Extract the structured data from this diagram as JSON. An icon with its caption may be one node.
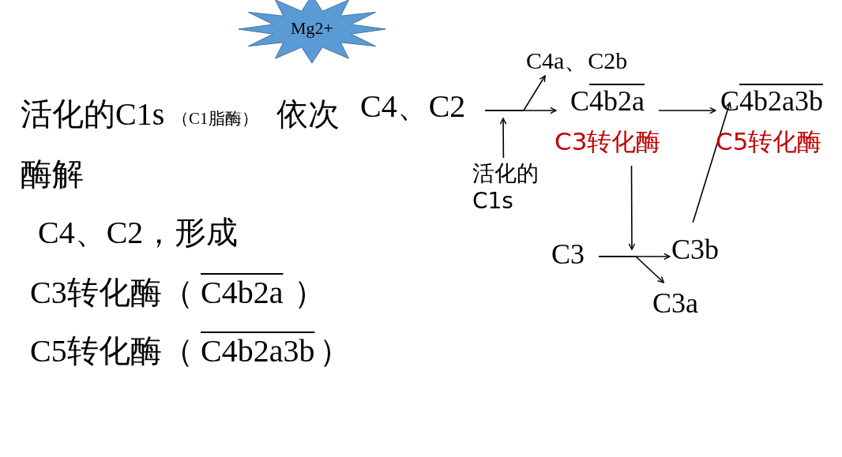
{
  "diagram": {
    "nodes": [
      {
        "text": [
          "Mg2+"
        ]
      },
      {
        "text": [
          "C4、C2"
        ]
      },
      {
        "text": [
          "C4a、C2b"
        ]
      },
      {
        "text": [
          "C4b2a"
        ],
        "beside": [
          "C3转化酶"
        ]
      },
      {
        "text": [
          "C4b2a3b"
        ],
        "beside": [
          "C5转化酶"
        ]
      },
      {
        "text": [
          "活化的C1s"
        ]
      },
      {
        "text": [
          "C3"
        ]
      },
      {
        "text": [
          "C3b"
        ]
      },
      {
        "text": [
          "C3a"
        ]
      }
    ],
    "edges": [
      {
        "from": 1,
        "to": 3,
        "arrow": "to"
      },
      {
        "from": 1,
        "to": 2,
        "arrow": "to"
      },
      {
        "from": 5,
        "to": null,
        "arrow": "to"
      },
      {
        "from": 3,
        "to": 4,
        "arrow": "to"
      },
      {
        "from": 3,
        "to": null,
        "arrow": "to"
      },
      {
        "from": 6,
        "to": 7,
        "arrow": "to"
      },
      {
        "from": 6,
        "to": 8,
        "arrow": "to"
      },
      {
        "from": 7,
        "to": 4,
        "arrow": "to"
      }
    ],
    "labels": [
      "活化的C1s",
      "（C1脂酶）",
      "依次",
      "酶解",
      "C4、C2，形成",
      "C3转化酶（",
      "C4b2a",
      "）",
      "C5转化酶（",
      "C4b2a3b",
      "）"
    ]
  }
}
